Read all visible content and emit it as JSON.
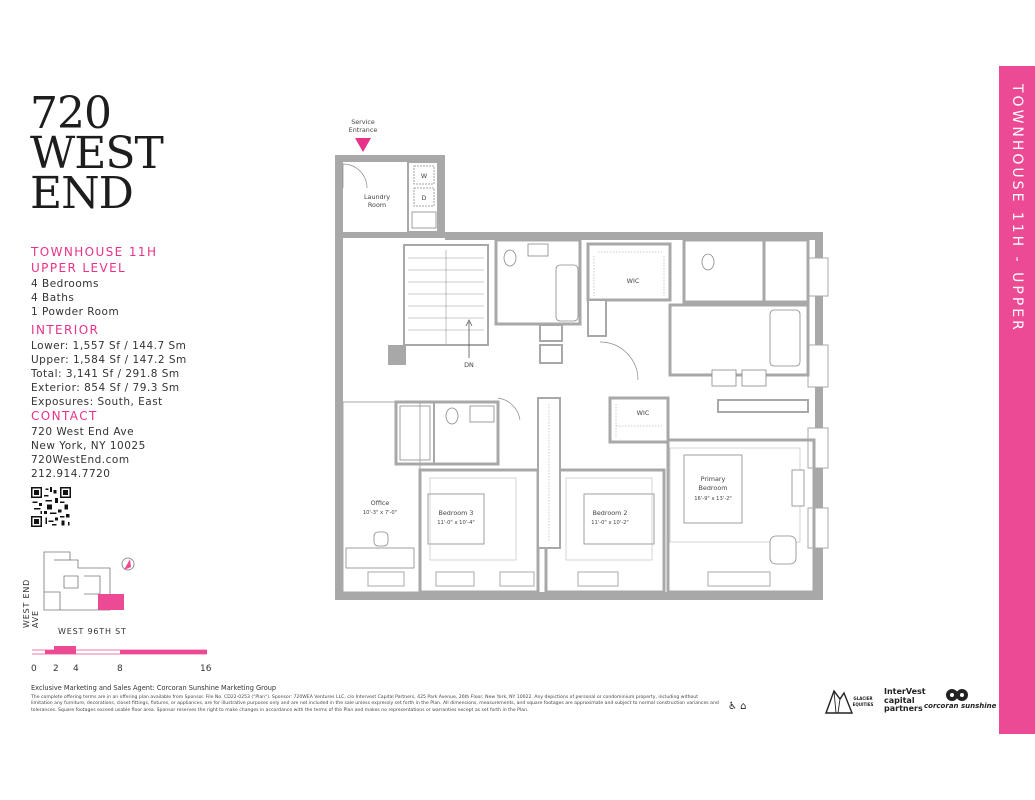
{
  "brand": {
    "logo_line1": "720",
    "logo_line2": "WEST",
    "logo_line3": "END"
  },
  "unit": {
    "title_line1": "TOWNHOUSE 11H",
    "title_line2": "UPPER LEVEL",
    "bedrooms": "4 Bedrooms",
    "baths": "4 Baths",
    "powder": "1 Powder Room"
  },
  "interior": {
    "heading": "INTERIOR",
    "lower": "Lower: 1,557 Sf / 144.7 Sm",
    "upper": "Upper: 1,584 Sf / 147.2 Sm",
    "total": "Total: 3,141 Sf / 291.8 Sm",
    "exterior": "Exterior: 854 Sf / 79.3 Sm",
    "exposures": "Exposures: South, East"
  },
  "contact": {
    "heading": "CONTACT",
    "address1": "720 West End Ave",
    "address2": "New York, NY 10025",
    "website": "720WestEnd.com",
    "phone": "212.914.7720"
  },
  "keyplan": {
    "street_vertical": "WEST END AVE",
    "street_horizontal": "WEST 96TH ST"
  },
  "scale": {
    "ticks": [
      "0",
      "2",
      "4",
      "8",
      "16"
    ]
  },
  "plan": {
    "service_entrance_1": "Service",
    "service_entrance_2": "Entrance",
    "laundry_1": "Laundry",
    "laundry_2": "Room",
    "washer": "W",
    "dryer": "D",
    "wic_top": "WIC",
    "wic_mid": "WIC",
    "stair_dn": "DN",
    "office": "Office",
    "office_dim": "10'-3\" x 7'-0\"",
    "bedroom3": "Bedroom 3",
    "bedroom3_dim": "11'-0\" x 10'-4\"",
    "bedroom2": "Bedroom 2",
    "bedroom2_dim": "11'-0\" x 10'-2\"",
    "primary_1": "Primary",
    "primary_2": "Bedroom",
    "primary_dim": "16'-9\" x 13'-2\""
  },
  "sidebar": {
    "label": "TOWNHOUSE 11H - UPPER"
  },
  "footer": {
    "agent": "Exclusive Marketing and Sales Agent: Corcoran Sunshine Marketing Group",
    "legal": "The complete offering terms are in an offering plan available from Sponsor. File No. CD22-0253 (\"Plan\"). Sponsor: 720WEA Ventures LLC, c/o Intervest Capital Partners, 425 Park Avenue, 26th Floor, New York, NY 10022. Any depictions of personal or condominium property, including without limitation any furniture, decorations, closet fittings, fixtures, or appliances, are for illustrative purposes only and are not included in the sale unless expressly set forth in the Plan. All dimensions, measurements, and square footages are approximate and subject to normal construction variances and tolerances. Square footages exceed usable floor area. Sponsor reserves the right to make changes in accordance with the terms of the Plan and makes no representations or warranties except as set forth in the Plan.",
    "glacier_1": "GLACIER",
    "glacier_2": "EQUITIES",
    "intervest_1": "InterVest",
    "intervest_2": "capital",
    "intervest_3": "partners",
    "corcoran": "corcoran sunshine"
  },
  "colors": {
    "accent_pink": "#e8328a",
    "sidebar_pink": "#ec4a94",
    "wall_gray": "#a8a8a8"
  }
}
